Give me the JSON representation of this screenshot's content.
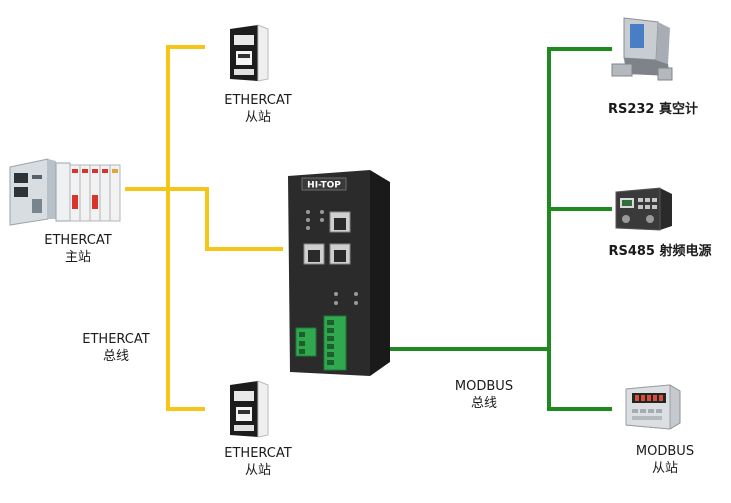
{
  "colors": {
    "ethercat_bus": "#f5c518",
    "modbus_bus": "#1f8a1f",
    "gateway_body": "#2b2b2b",
    "terminal": "#2fa84f"
  },
  "gateway": {
    "brand": "HI-TOP"
  },
  "labels": {
    "master": {
      "line1": "ETHERCAT",
      "line2": "主站"
    },
    "slave_top": {
      "line1": "ETHERCAT",
      "line2": "从站"
    },
    "slave_bottom": {
      "line1": "ETHERCAT",
      "line2": "从站"
    },
    "ethercat_bus": {
      "line1": "ETHERCAT",
      "line2": "总线"
    },
    "modbus_bus": {
      "line1": "MODBUS",
      "line2": "总线"
    },
    "rs232": {
      "text": "RS232 真空计"
    },
    "rs485": {
      "text": "RS485 射频电源"
    },
    "modbus_slave": {
      "line1": "MODBUS",
      "line2": "从站"
    }
  },
  "icons": {
    "master": "plc-controller-icon",
    "slave": "servo-drive-icon",
    "gateway": "protocol-gateway-icon",
    "rs232": "vacuum-gauge-icon",
    "rs485": "rf-power-supply-icon",
    "modbus_slave": "weighing-indicator-icon"
  }
}
